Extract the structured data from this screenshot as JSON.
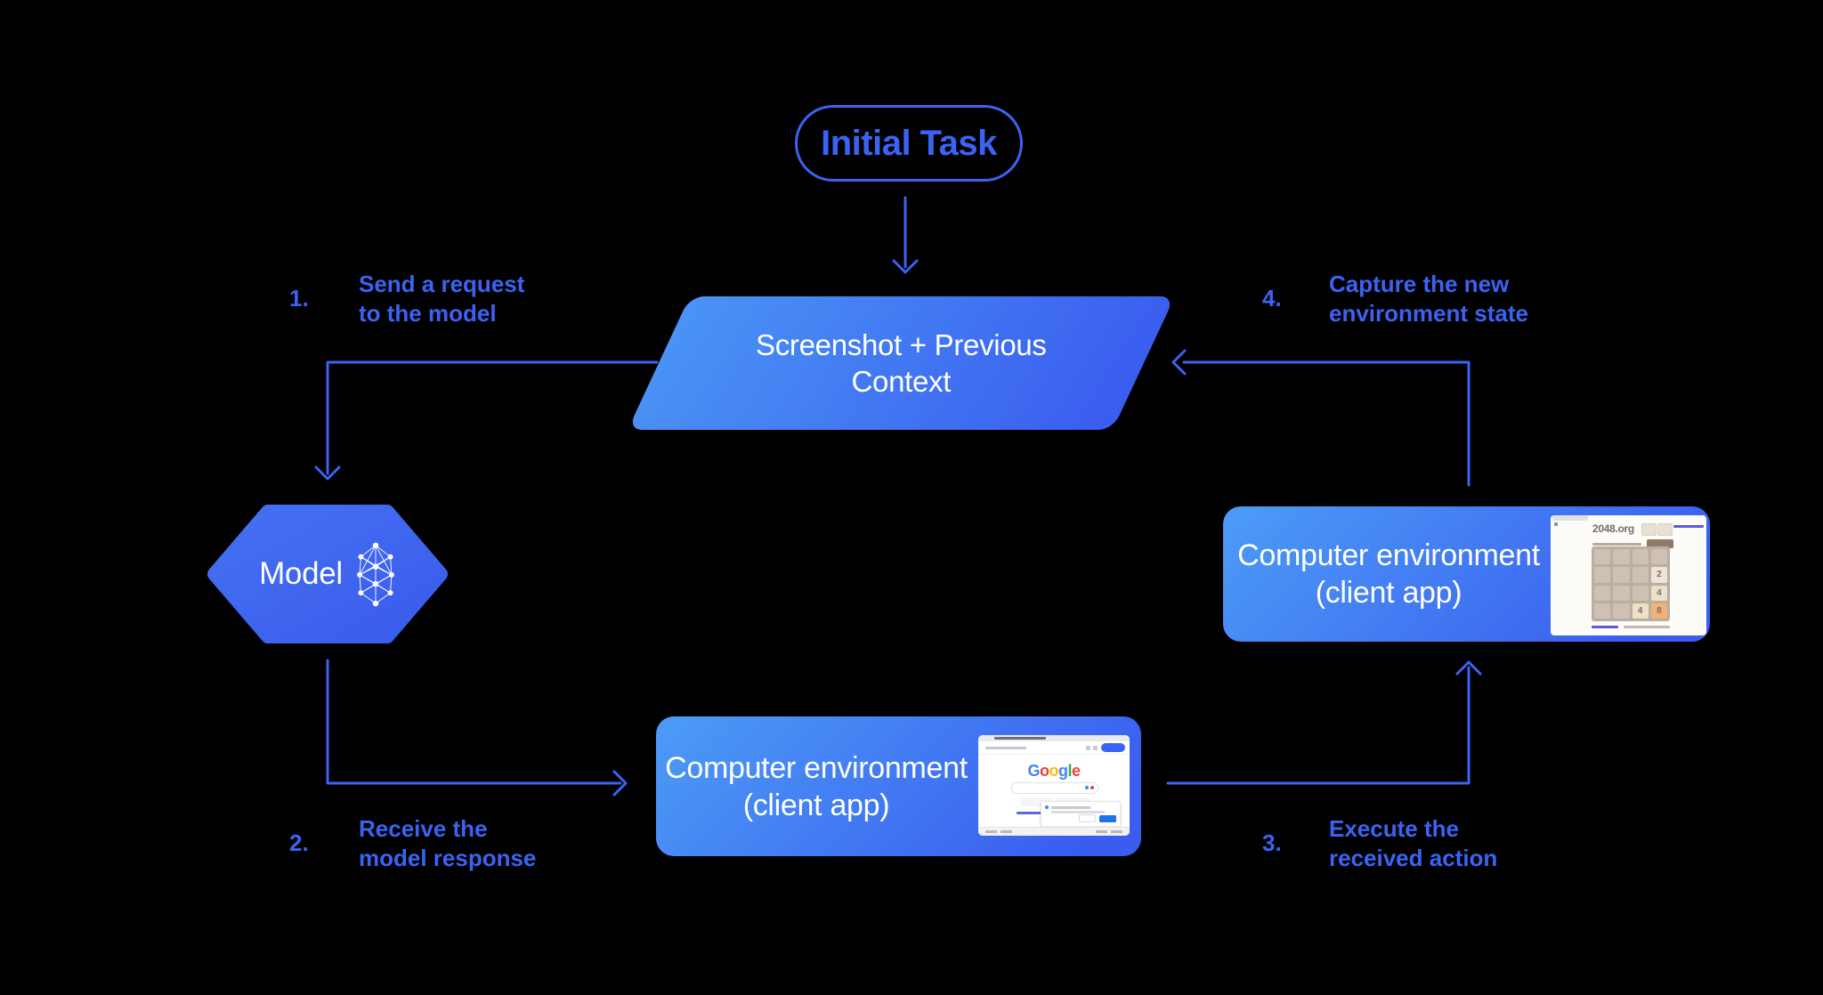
{
  "colors": {
    "accent": "#3B63F3",
    "node-light": "#4C9CF6",
    "node-dark": "#3A5CEF",
    "para-light": "#4A93F5",
    "para-dark": "#3A5CEF",
    "hex-light": "#4571F2",
    "hex-dark": "#3A5BEC"
  },
  "diagram": {
    "initial_task": {
      "label": "Initial Task"
    },
    "screenshot_context": {
      "line1": "Screenshot + Previous",
      "line2": "Context"
    },
    "model": {
      "label": "Model"
    },
    "env_bottom": {
      "line1": "Computer environment",
      "line2": "(client app)"
    },
    "env_right": {
      "line1": "Computer environment",
      "line2": "(client app)"
    },
    "steps": [
      {
        "n": "1.",
        "line1": "Send a request",
        "line2": "to the model"
      },
      {
        "n": "2.",
        "line1": "Receive the",
        "line2": "model response"
      },
      {
        "n": "3.",
        "line1": "Execute the",
        "line2": "received action"
      },
      {
        "n": "4.",
        "line1": "Capture the new",
        "line2": "environment state"
      }
    ]
  },
  "thumbnails": {
    "google": {
      "logo": [
        {
          "ch": "G",
          "color": "#4285F4"
        },
        {
          "ch": "o",
          "color": "#EA4335"
        },
        {
          "ch": "o",
          "color": "#FBBC05"
        },
        {
          "ch": "g",
          "color": "#4285F4"
        },
        {
          "ch": "l",
          "color": "#34A853"
        },
        {
          "ch": "e",
          "color": "#EA4335"
        }
      ]
    },
    "game2048": {
      "title": "2048.org",
      "grid": [
        [
          "",
          "",
          "",
          ""
        ],
        [
          "",
          "",
          "",
          "2"
        ],
        [
          "",
          "",
          "",
          "4"
        ],
        [
          "",
          "",
          "4",
          "8"
        ]
      ],
      "tile_colors": {
        "2": "#EEE4DA",
        "4": "#EDE0C8",
        "8": "#F2B179"
      }
    }
  }
}
